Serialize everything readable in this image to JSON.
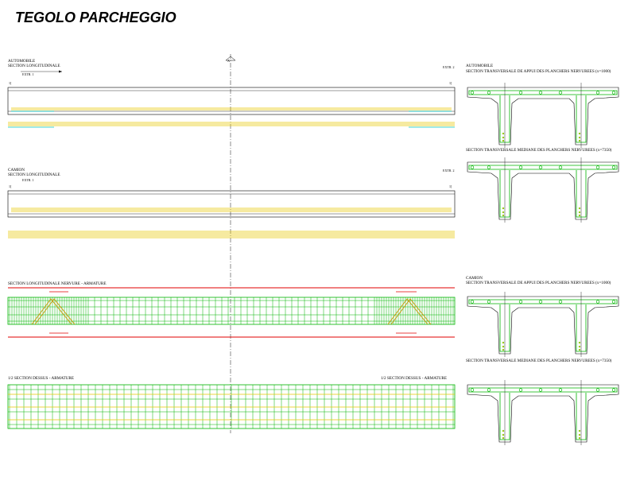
{
  "title": "TEGOLO PARCHEGGIO",
  "labels": {
    "auto_head": "AUTOMOBILE",
    "auto_sub": "SECTION LONGITUDINALE",
    "auto_extr1": "EXTR. 1",
    "auto_extr2": "EXTR. 2",
    "camion_head": "CAMION",
    "camion_sub": "SECTION LONGITUDINALE",
    "camion_extr1": "EXTR. 1",
    "camion_extr2": "EXTR. 2",
    "nervure": "SECTION LONGITUDINALE NERVURE - ARMATURE",
    "dessus_left": "1/2 SECTION DESSUS - ARMATURE",
    "dessus_right": "1/2 SECTION DESSUS - ARMATURE",
    "axis_mark": "A",
    "sec_auto_head": "AUTOMOBILE",
    "sec_auto_appui": "SECTION TRANSVERSALE DE APPUI DES PLANCHERS NERVUREES (x=1000)",
    "sec_auto_mediane": "SECTION TRANSVERSALE MEDIANE DES PLANCHERS NERVUREES (x=7350)",
    "sec_camion_head": "CAMION",
    "sec_camion_appui": "SECTION TRANSVERSALE DE APPUI DES PLANCHERS NERVUREES (x=1000)",
    "sec_camion_mediane": "SECTION TRANSVERSALE MEDIANE DES PLANCHERS NERVUREES (x=7350)"
  },
  "colors": {
    "outline": "#000000",
    "rebar_main": "#00b400",
    "rebar_long": "#e8c800",
    "rebar_diag": "#c89600",
    "rebar_end": "#00c8c8",
    "red": "#e00000",
    "axis": "#404040"
  }
}
